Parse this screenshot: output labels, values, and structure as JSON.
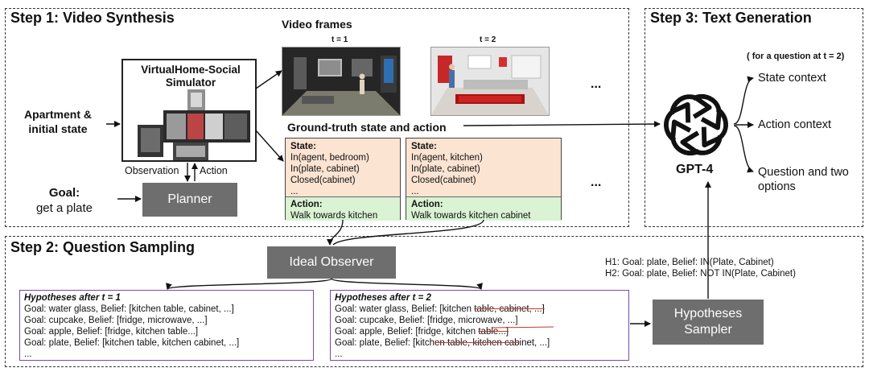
{
  "step1": {
    "title": "Step 1: Video Synthesis",
    "simulator_label": "VirtualHome-Social Simulator",
    "apartment_label_line1": "Apartment &",
    "apartment_label_line2": "initial state",
    "observation_label": "Observation",
    "action_label": "Action",
    "goal_label": "Goal:",
    "goal_value": "get a plate",
    "planner_label": "Planner",
    "video_frames_label": "Video frames",
    "frame1_time": "t = 1",
    "frame2_time": "t = 2",
    "ellipsis": "...",
    "gt_label": "Ground-truth state and action",
    "card1": {
      "state_title": "State:",
      "state_lines": [
        "In(agent, bedroom)",
        "In(plate, cabinet)",
        "Closed(cabinet)",
        "..."
      ],
      "action_title": "Action:",
      "action_text": "Walk towards kitchen"
    },
    "card2": {
      "state_title": "State:",
      "state_lines": [
        "In(agent, kitchen)",
        "In(plate, cabinet)",
        "Closed(cabinet)",
        "..."
      ],
      "action_title": "Action:",
      "action_text": "Walk towards kitchen cabinet"
    }
  },
  "step3": {
    "title": "Step 3: Text Generation",
    "question_note": "( for a question at t = 2)",
    "model_label": "GPT-4",
    "outputs": [
      "State context",
      "Action context",
      "Question and two",
      "options"
    ]
  },
  "step2": {
    "title": "Step 2: Question Sampling",
    "ideal_observer_label": "Ideal Observer",
    "sampler_line1": "Hypotheses",
    "sampler_line2": "Sampler",
    "h1": "H1: Goal: plate, Belief: IN(Plate, Cabinet)",
    "h2": "H2: Goal: plate, Belief: NOT IN(Plate, Cabinet)",
    "hyp1": {
      "title": "Hypotheses after t = 1",
      "lines": [
        "Goal: water glass, Belief: [kitchen table, cabinet, ...]",
        "Goal: cupcake, Belief: [fridge, microwave, ...]",
        "Goal: apple, Belief: [fridge, kitchen table...]",
        "Goal: plate, Belief: [kitchen table, kitchen cabinet, ...]",
        "..."
      ]
    },
    "hyp2": {
      "title": "Hypotheses after t = 2",
      "l1_a": "Goal: water glass, Belief: [kitchen ",
      "l1_b": "table, cabinet, ...]",
      "l2": "Goal: cupcake, Belief: [fridge, microwave, ...]",
      "l3_a": "Goal: apple, Belief: [fridge, kitchen ",
      "l3_b": "table...]",
      "l4_a": "Goal: plate, Belief: [kitch",
      "l4_b": "en table, kitchen cab",
      "l4_c": "inet, ...]",
      "l5": "..."
    }
  },
  "colors": {
    "state_bg": "#fbe4d2",
    "action_bg": "#d9f3d3",
    "gray_box": "#6e6e6e",
    "hyp_border": "#7a4aa8",
    "strike": "#c0392b"
  },
  "icons": [
    "openai-logo-icon",
    "apartment-map-image",
    "video-frame-image"
  ]
}
